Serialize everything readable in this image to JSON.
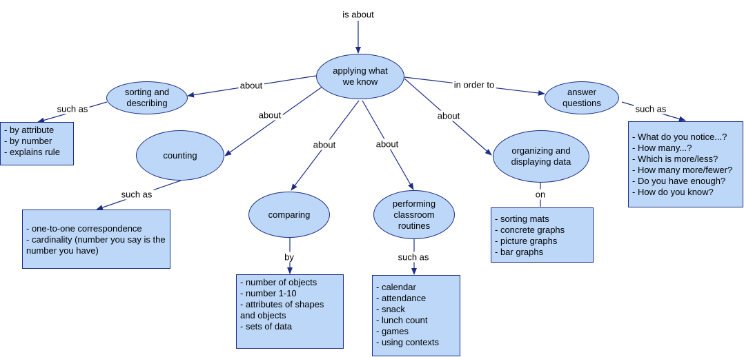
{
  "nodes": {
    "center": "applying what we know",
    "sorting": "sorting and describing",
    "counting": "counting",
    "comparing": "comparing",
    "routines": "performing classroom routines",
    "organizing": "organizing and displaying data",
    "answer": "answer questions"
  },
  "lists": {
    "sorting": [
      "- by attribute",
      "- by number",
      "- explains rule"
    ],
    "counting": [
      "- one-to-one correspondence",
      "- cardinality (number you say is the number you have)"
    ],
    "comparing": [
      "- number of objects",
      "- number 1-10",
      "- attributes of shapes and objects",
      "- sets of data"
    ],
    "routines": [
      "- calendar",
      "- attendance",
      "- snack",
      "- lunch count",
      "- games",
      "- using contexts"
    ],
    "organizing": [
      "- sorting mats",
      "- concrete graphs",
      "- picture graphs",
      "- bar graphs"
    ],
    "answer": [
      "- What do you notice...?",
      "- How many...?",
      "- Which is more/less?",
      "- How many more/fewer?",
      "- Do you have enough?",
      "- How do you know?"
    ]
  },
  "labels": {
    "top": "is about",
    "center_sorting": "about",
    "center_counting": "about",
    "center_comparing": "about",
    "center_routines": "about",
    "center_organizing": "about",
    "center_answer": "in order to",
    "sorting_list": "such as",
    "counting_list": "such as",
    "comparing_list": "by",
    "routines_list": "such as",
    "organizing_list": "on",
    "answer_list": "such as"
  },
  "colors": {
    "fill": "#bcd7f7",
    "stroke": "#1c2d86"
  }
}
